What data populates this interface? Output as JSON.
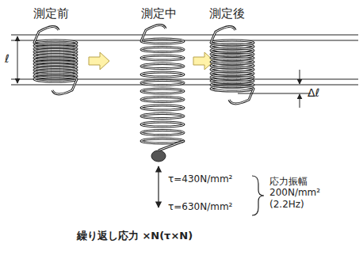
{
  "diagram": {
    "caption": "繰り返し応力 ×N(τ×N)",
    "labels": [
      "測定前",
      "測定中",
      "測定後",
      "ℓ",
      "Δℓ",
      "τ=430N/mm²",
      "τ=630N/mm²",
      "応力振幅 200N/mm² (2.2Hz)"
    ]
  }
}
